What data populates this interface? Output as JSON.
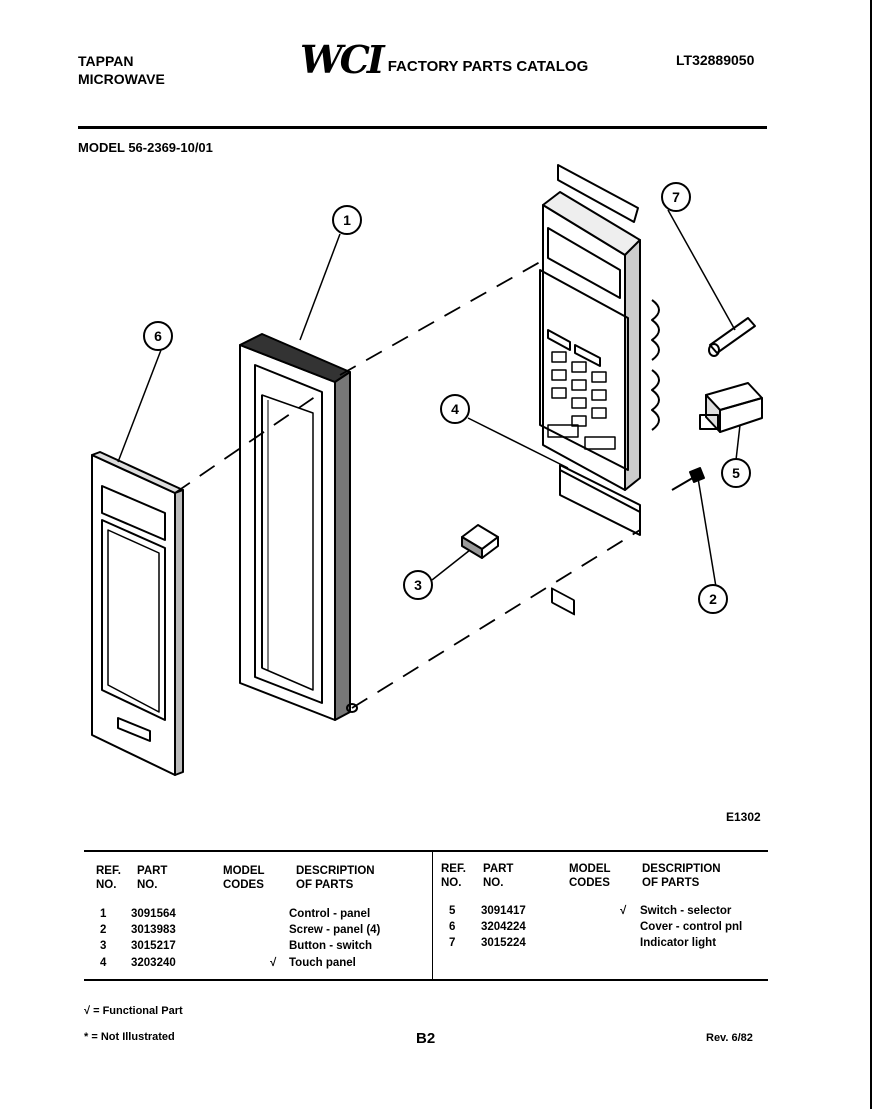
{
  "header": {
    "brand": "TAPPAN",
    "product": "MICROWAVE",
    "logo_text": "WCI",
    "catalog_title": "FACTORY PARTS CATALOG",
    "catalog_number": "LT32889050"
  },
  "model": "MODEL 56-2369-10/01",
  "diagram": {
    "callouts": [
      "1",
      "2",
      "3",
      "4",
      "5",
      "6",
      "7"
    ],
    "code": "E1302"
  },
  "table": {
    "headers": {
      "ref_line1": "REF.",
      "ref_line2": "NO.",
      "part_line1": "PART",
      "part_line2": "NO.",
      "model_line1": "MODEL",
      "model_line2": "CODES",
      "desc_line1": "DESCRIPTION",
      "desc_line2": "OF PARTS"
    },
    "left_rows": [
      {
        "ref": "1",
        "part": "3091564",
        "code": "",
        "desc": "Control - panel"
      },
      {
        "ref": "2",
        "part": "3013983",
        "code": "",
        "desc": "Screw - panel (4)"
      },
      {
        "ref": "3",
        "part": "3015217",
        "code": "",
        "desc": "Button - switch"
      },
      {
        "ref": "4",
        "part": "3203240",
        "code": "√",
        "desc": "Touch panel"
      }
    ],
    "right_rows": [
      {
        "ref": "5",
        "part": "3091417",
        "code": "√",
        "desc": "Switch - selector"
      },
      {
        "ref": "6",
        "part": "3204224",
        "code": "",
        "desc": "Cover - control pnl"
      },
      {
        "ref": "7",
        "part": "3015224",
        "code": "",
        "desc": "Indicator light"
      }
    ]
  },
  "footer": {
    "legend_functional": "√ = Functional Part",
    "legend_not_illustrated": "* = Not Illustrated",
    "page": "B2",
    "revision": "Rev. 6/82"
  }
}
